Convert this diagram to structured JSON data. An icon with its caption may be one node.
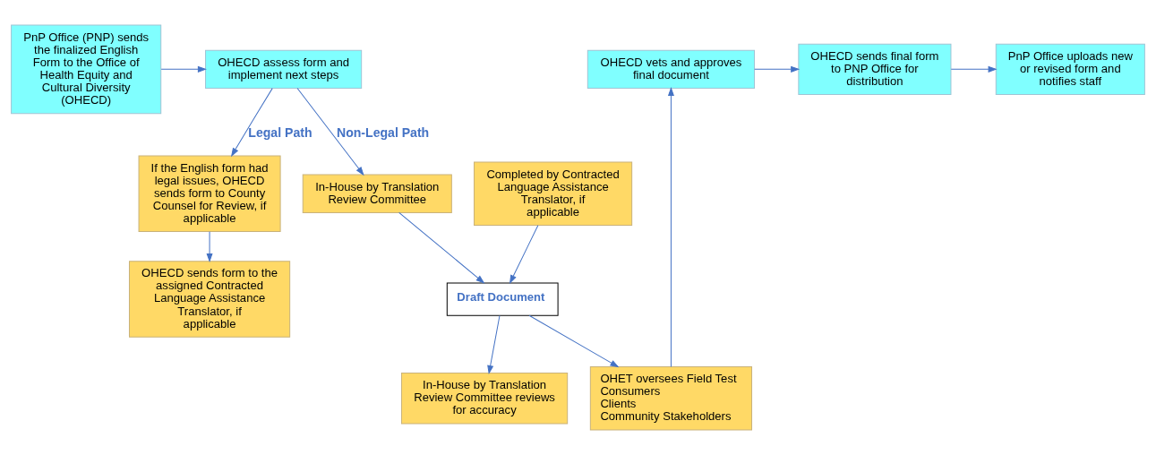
{
  "diagram": {
    "nodes": [
      {
        "text": [
          "PnP Office (PNP) sends the finalized English Form to the Office of Health Equity and Cultural Diversity (OHECD)"
        ]
      },
      {
        "text": [
          "OHECD assess form and implement next steps"
        ]
      },
      {
        "text": [
          "If the English form had legal issues, OHECD sends form to County Counsel for Review, if applicable"
        ]
      },
      {
        "text": [
          "OHECD sends form to the assigned Contracted Language Assistance Translator, if applicable"
        ]
      },
      {
        "text": [
          "In-House by Translation Review Committee"
        ]
      },
      {
        "text": [
          "Completed by Contracted Language Assistance Translator, if applicable"
        ]
      },
      {
        "text": [
          "Draft Document"
        ]
      },
      {
        "text": [
          "In-House by Translation Review Committee reviews for accuracy"
        ]
      },
      {
        "text": [
          "OHET oversees Field Test",
          "Consumers",
          "Clients",
          "Community Stakeholders"
        ]
      },
      {
        "text": [
          "OHECD vets and approves final document"
        ]
      },
      {
        "text": [
          "OHECD sends final form to PNP Office for distribution"
        ]
      },
      {
        "text": [
          "PnP Office uploads new or revised form and notifies staff"
        ]
      }
    ],
    "edges": [
      {
        "from": 0,
        "to": 1,
        "arrow": "to"
      },
      {
        "from": 1,
        "to": 2,
        "arrow": "to",
        "label": "Legal Path"
      },
      {
        "from": 1,
        "to": 4,
        "arrow": "to",
        "label": "Non-Legal Path"
      },
      {
        "from": 2,
        "to": 3,
        "arrow": "to"
      },
      {
        "from": 4,
        "to": 6,
        "arrow": "to"
      },
      {
        "from": 5,
        "to": 6,
        "arrow": "to"
      },
      {
        "from": 6,
        "to": 7,
        "arrow": "to"
      },
      {
        "from": 6,
        "to": 8,
        "arrow": "to"
      },
      {
        "from": 8,
        "to": 9,
        "arrow": "to"
      },
      {
        "from": 9,
        "to": 10,
        "arrow": "to"
      },
      {
        "from": 10,
        "to": 11,
        "arrow": "to"
      }
    ]
  }
}
